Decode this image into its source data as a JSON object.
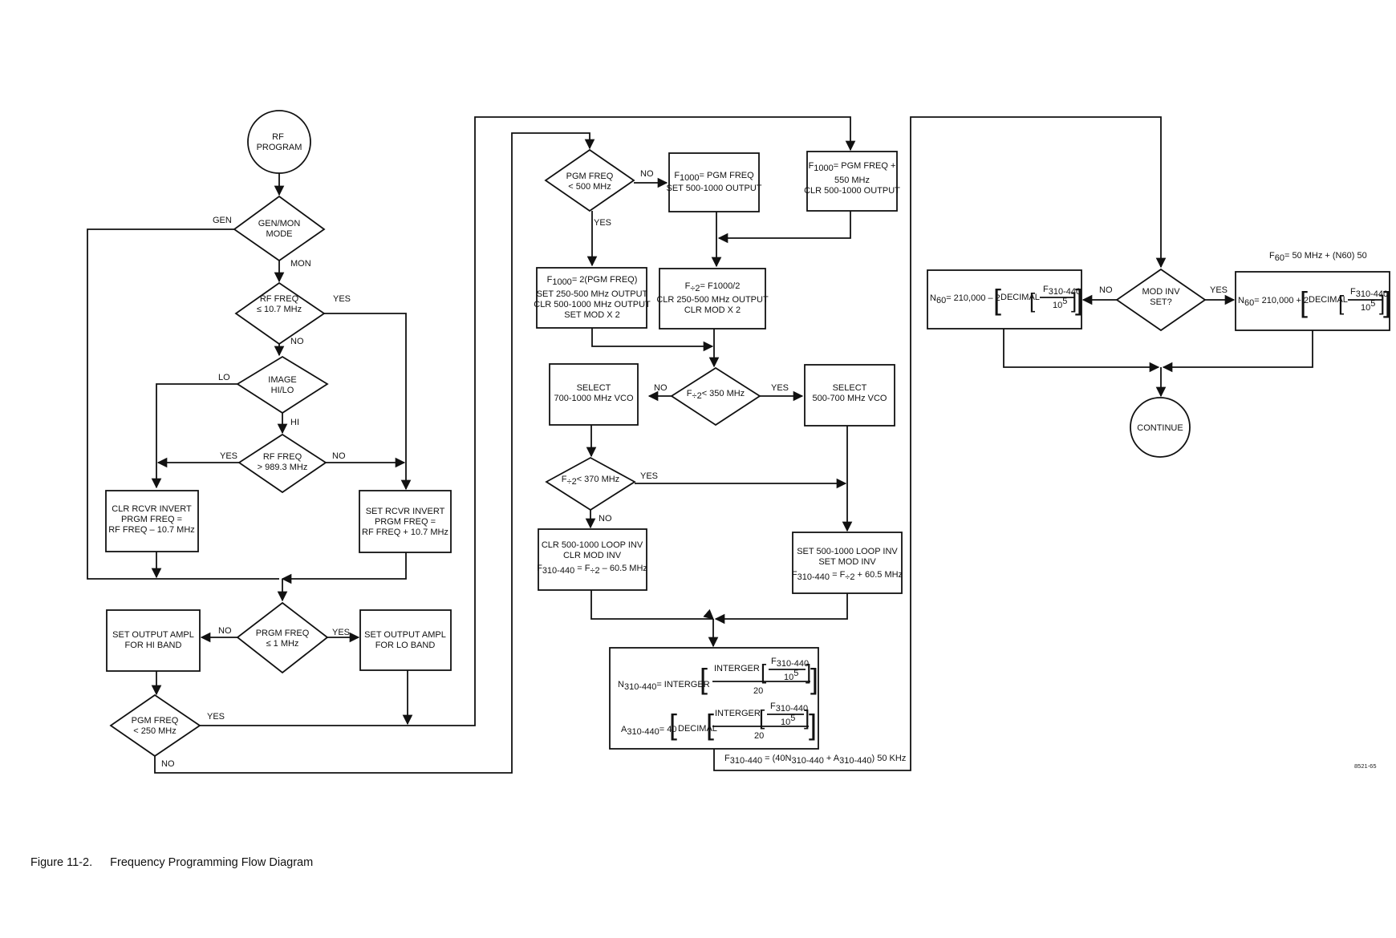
{
  "figure": {
    "number": "Figure 11-2.",
    "title": "Frequency Programming Flow Diagram",
    "code": "8521-65"
  },
  "nodes": {
    "rf_program": [
      "RF",
      "PROGRAM"
    ],
    "gen_mon": [
      "GEN/MON",
      "MODE"
    ],
    "rf_le_10_7": [
      "RF FREQ",
      "≤ 10.7 MHz"
    ],
    "image_hilo": [
      "IMAGE",
      "HI/LO"
    ],
    "rf_gt_989": [
      "RF FREQ",
      "> 989.3 MHz"
    ],
    "clr_rcvr": [
      "CLR RCVR INVERT",
      "PRGM FREQ =",
      "RF FREQ – 10.7 MHz"
    ],
    "set_rcvr": [
      "SET RCVR INVERT",
      "PRGM FREQ =",
      "RF FREQ + 10.7 MHz"
    ],
    "prgm_le_1": [
      "PRGM FREQ",
      "≤ 1 MHz"
    ],
    "out_hi": [
      "SET OUTPUT AMPL",
      "FOR HI BAND"
    ],
    "out_lo": [
      "SET OUTPUT AMPL",
      "FOR LO BAND"
    ],
    "pgm_lt_250": [
      "PGM FREQ",
      "< 250 MHz"
    ],
    "pgm_lt_500": [
      "PGM FREQ",
      "< 500 MHz"
    ],
    "f1000_pgm": [
      "SET 500-1000 OUTPUT"
    ],
    "f1000_550": [
      "550 MHz",
      "CLR 500-1000 OUTPUT"
    ],
    "f1000_2x": [
      "SET 250-500 MHz OUTPUT",
      "CLR 500-1000 MHz OUTPUT",
      "SET MOD X 2"
    ],
    "fdiv2": [
      "CLR 250-500 MHz OUTPUT",
      "CLR MOD X 2"
    ],
    "fdiv2_lt_350": "< 350 MHz",
    "vco_700": [
      "SELECT",
      "700-1000 MHz VCO"
    ],
    "vco_500": [
      "SELECT",
      "500-700 MHz VCO"
    ],
    "fdiv2_lt_370": "< 370 MHz",
    "clr_loop": [
      "CLR 500-1000 LOOP INV",
      "CLR MOD INV"
    ],
    "set_loop": [
      "SET 500-1000 LOOP INV",
      "SET MOD INV"
    ],
    "mod_inv": [
      "MOD INV",
      "SET?"
    ],
    "continue": "CONTINUE",
    "n310_interger": "INTERGER",
    "a310_decimal": "DECIMAL",
    "n60_decimal": "DECIMAL",
    "twenty": "20"
  },
  "labels": {
    "gen": "GEN",
    "mon": "MON",
    "yes": "YES",
    "no": "NO",
    "lo": "LO",
    "hi": "HI"
  },
  "formulas": {
    "f1000_eq_pgm": "= PGM FREQ",
    "f1000_eq_pgm_plus": "= PGM FREQ +",
    "f1000_eq_2pgm": "= 2(PGM FREQ)",
    "fdiv2_eq": "= F1000/2",
    "f310_minus": "= F÷2 – 60.5 MHz",
    "f310_plus": "= F÷2 + 60.5 MHz",
    "n310_eq": "= INTERGER",
    "a310_eq": "= 40",
    "f310_final": "= (40N310-440 + A310-440) 50 KHz",
    "n60_minus": "= 210,000 – 2",
    "n60_plus": "= 210,000 + 2",
    "f60_eq": "= 50 MHz + (N60) 50",
    "ten_five": "10",
    "five": "5"
  }
}
